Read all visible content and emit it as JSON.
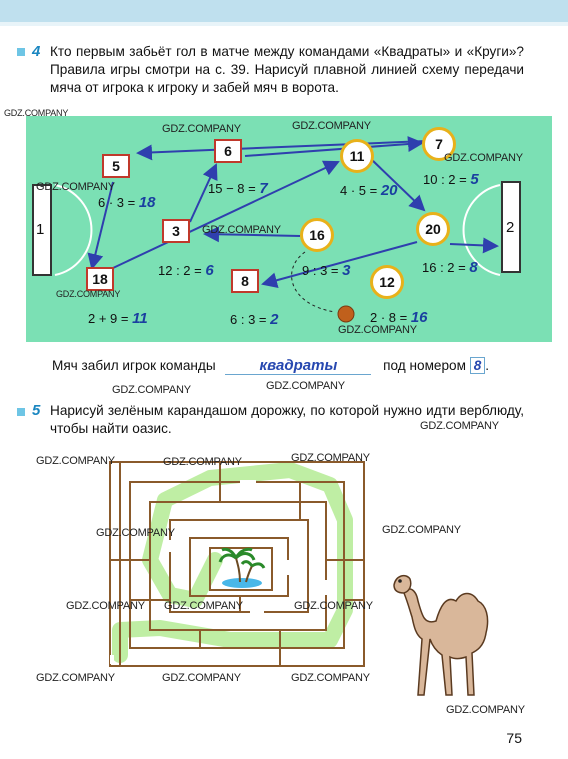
{
  "task4": {
    "number": "4",
    "text": "Кто первым забьёт гол в матче между командами «Квадраты» и «Круги»? Правила игры смотри на с. 39. Нарисуй плавной линией схему передачи мяча от игрока к игроку и забей мяч в ворота.",
    "goal_left": "1",
    "goal_right": "2",
    "squares": [
      {
        "num": "5",
        "expr": "6 · 3 = ",
        "ans": "18"
      },
      {
        "num": "6",
        "expr": "15 − 8 = ",
        "ans": "7"
      },
      {
        "num": "3",
        "expr": "12 : 2 = ",
        "ans": "6"
      },
      {
        "num": "18",
        "expr": "2 + 9 = ",
        "ans": "11"
      },
      {
        "num": "8",
        "expr": "6 : 3 = ",
        "ans": "2"
      }
    ],
    "circles": [
      {
        "num": "7",
        "expr": "10 : 2 = ",
        "ans": "5"
      },
      {
        "num": "11",
        "expr": "4 · 5 = ",
        "ans": "20"
      },
      {
        "num": "16",
        "expr": "9 : 3 = ",
        "ans": "3"
      },
      {
        "num": "20",
        "expr": "16 : 2 = ",
        "ans": "8"
      },
      {
        "num": "12",
        "expr": "2 · 8 = ",
        "ans": "16"
      }
    ],
    "answer_prefix": "Мяч забил игрок команды",
    "answer_team": "квадраты",
    "answer_mid": "под номером",
    "answer_number": "8",
    "answer_end": "."
  },
  "task5": {
    "number": "5",
    "text": "Нарисуй зелёным карандашом дорожку, по которой нужно идти верблюду, чтобы найти оазис."
  },
  "watermark": "GDZ.COMPANY",
  "page_number": "75",
  "colors": {
    "field": "#7be0b4",
    "arrow": "#2f3fae",
    "square_border": "#c0392b",
    "circle_border": "#e8b11a",
    "path": "#b8ec9a",
    "maze": "#8a5a2b"
  }
}
